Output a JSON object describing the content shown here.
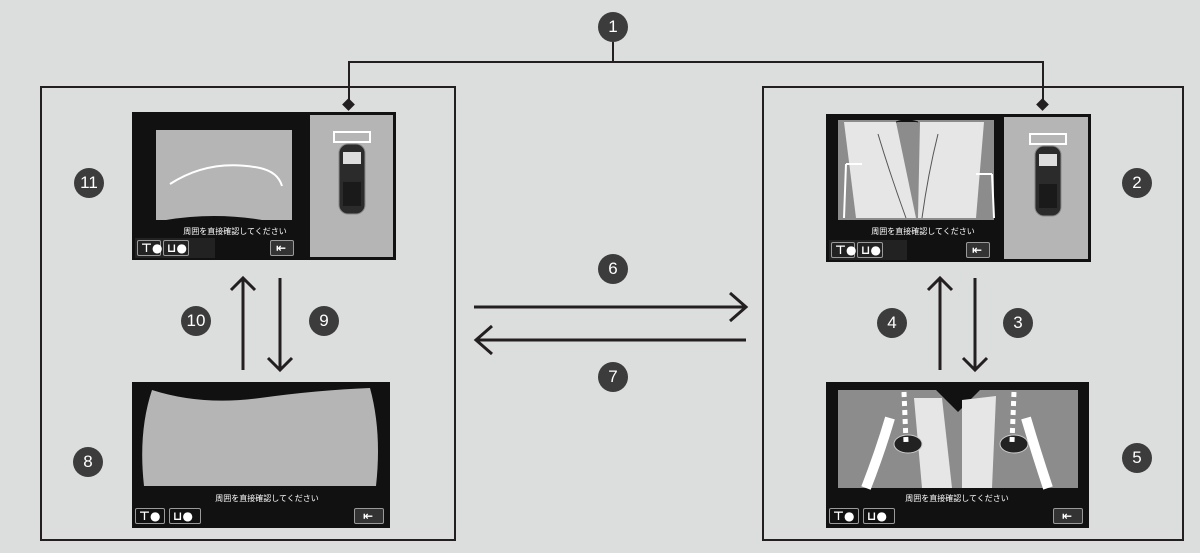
{
  "callouts": [
    "1",
    "2",
    "3",
    "4",
    "5",
    "6",
    "7",
    "8",
    "9",
    "10",
    "11"
  ],
  "screens": {
    "top_left_caption": "周囲を直接確認してください",
    "bottom_left_caption": "周囲を直接確認してください",
    "top_right_caption": "周囲を直接確認してください",
    "bottom_right_caption": "周囲を直接確認してください"
  },
  "icons": {
    "sensor": "sensor-icon",
    "guide": "guide-line-icon",
    "exit": "exit-icon"
  },
  "colors": {
    "background": "#dcdddd",
    "frame": "#231f20",
    "screen": "#111111",
    "camera_area": "#b5b5b5",
    "badge": "#3c3c3c"
  }
}
